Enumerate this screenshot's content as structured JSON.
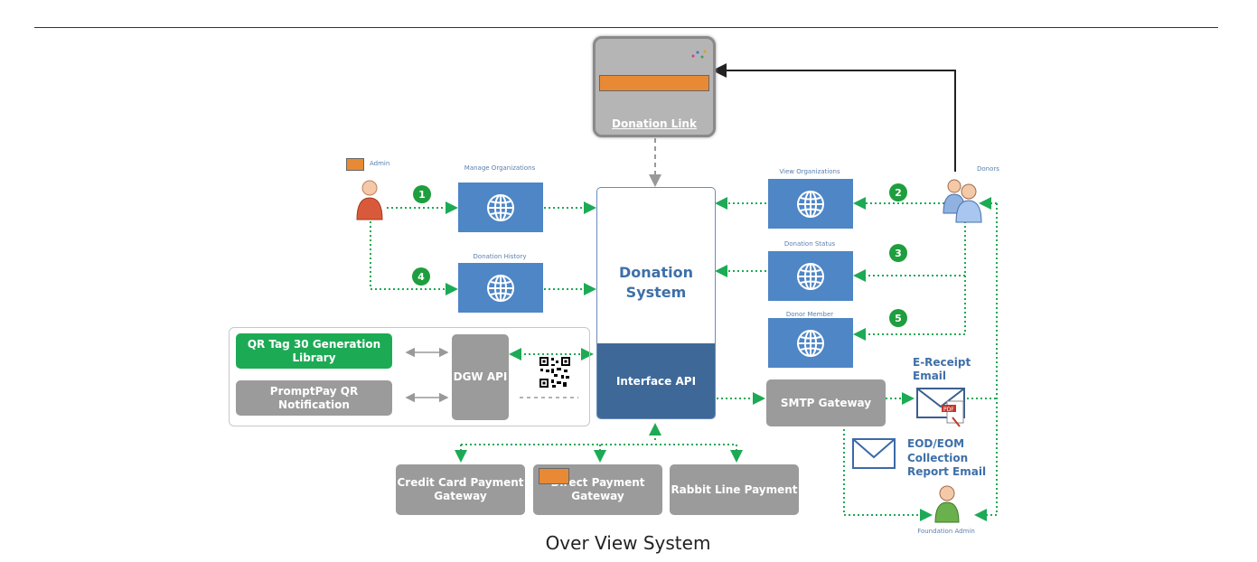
{
  "diagram": {
    "donation_link": "Donation Link",
    "donation_system": "Donation System",
    "interface_api": "Interface API",
    "dgw_api": "DGW API",
    "qr_tag_library": "QR Tag 30 Generation Library",
    "promptpay_notification": "PromptPay QR Notification",
    "smtp_gateway": "SMTP Gateway",
    "credit_card_gateway": "Credit Card Payment Gateway",
    "direct_payment_gateway": "Direct Payment Gateway",
    "rabbit_line_payment": "Rabbit Line Payment",
    "e_receipt_email": "E-Receipt Email",
    "eod_eom_report": "EOD/EOM Collection Report Email",
    "actor_admin": "Admin",
    "actor_donors": "Donors",
    "actor_foundation_admin": "Foundation Admin",
    "svc_manage_org": "Manage Organizations",
    "svc_donation_history": "Donation History",
    "svc_view_org": "View Organizations",
    "svc_donation_status": "Donation Status",
    "svc_donor_member": "Donor Member",
    "step_1": "1",
    "step_2": "2",
    "step_3": "3",
    "step_4": "4",
    "step_5": "5"
  },
  "caption": "Over View System",
  "colors": {
    "green_flow": "#1daa55",
    "globe_blue": "#4e86c6",
    "interface_blue": "#3d6898",
    "grey_box": "#9b9b9b",
    "orange_redaction": "#e88a35"
  }
}
